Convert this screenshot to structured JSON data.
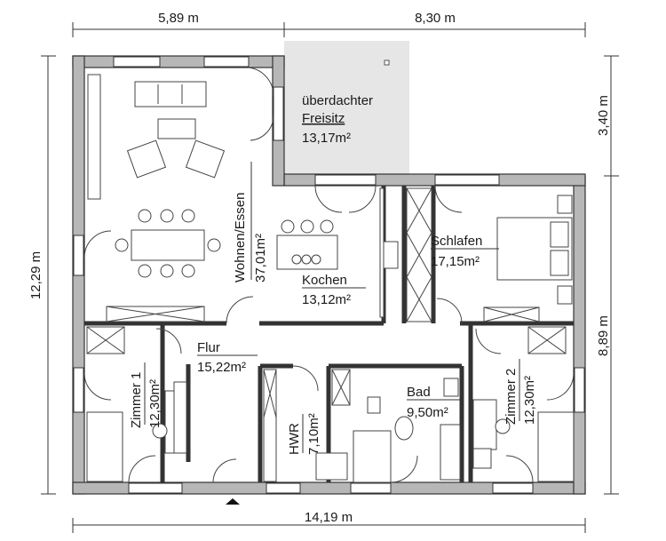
{
  "dimensions": {
    "top_left": "5,89 m",
    "top_right": "8,30 m",
    "bottom": "14,19 m",
    "left": "12,29 m",
    "right_top": "3,40 m",
    "right_bottom": "8,89 m"
  },
  "rooms": {
    "freisitz": {
      "line1": "überdachter",
      "line2": "Freisitz",
      "area": "13,17m²"
    },
    "wohnen": {
      "name": "Wohnen/Essen",
      "area": "37,01m²"
    },
    "kochen": {
      "name": "Kochen",
      "area": "13,12m²"
    },
    "schlafen": {
      "name": "Schlafen",
      "area": "17,15m²"
    },
    "flur": {
      "name": "Flur",
      "area": "15,22m²"
    },
    "zimmer1": {
      "name": "Zimmer 1",
      "area": "12,30m²"
    },
    "zimmer2": {
      "name": "Zimmer 2",
      "area": "12,30m²"
    },
    "hwr": {
      "name": "HWR",
      "area": "7,10m²"
    },
    "bad": {
      "name": "Bad",
      "area": "9,50m²"
    }
  },
  "colors": {
    "wall": "#b7b7b7",
    "terrace": "#e6e6e6",
    "line": "#333333"
  }
}
